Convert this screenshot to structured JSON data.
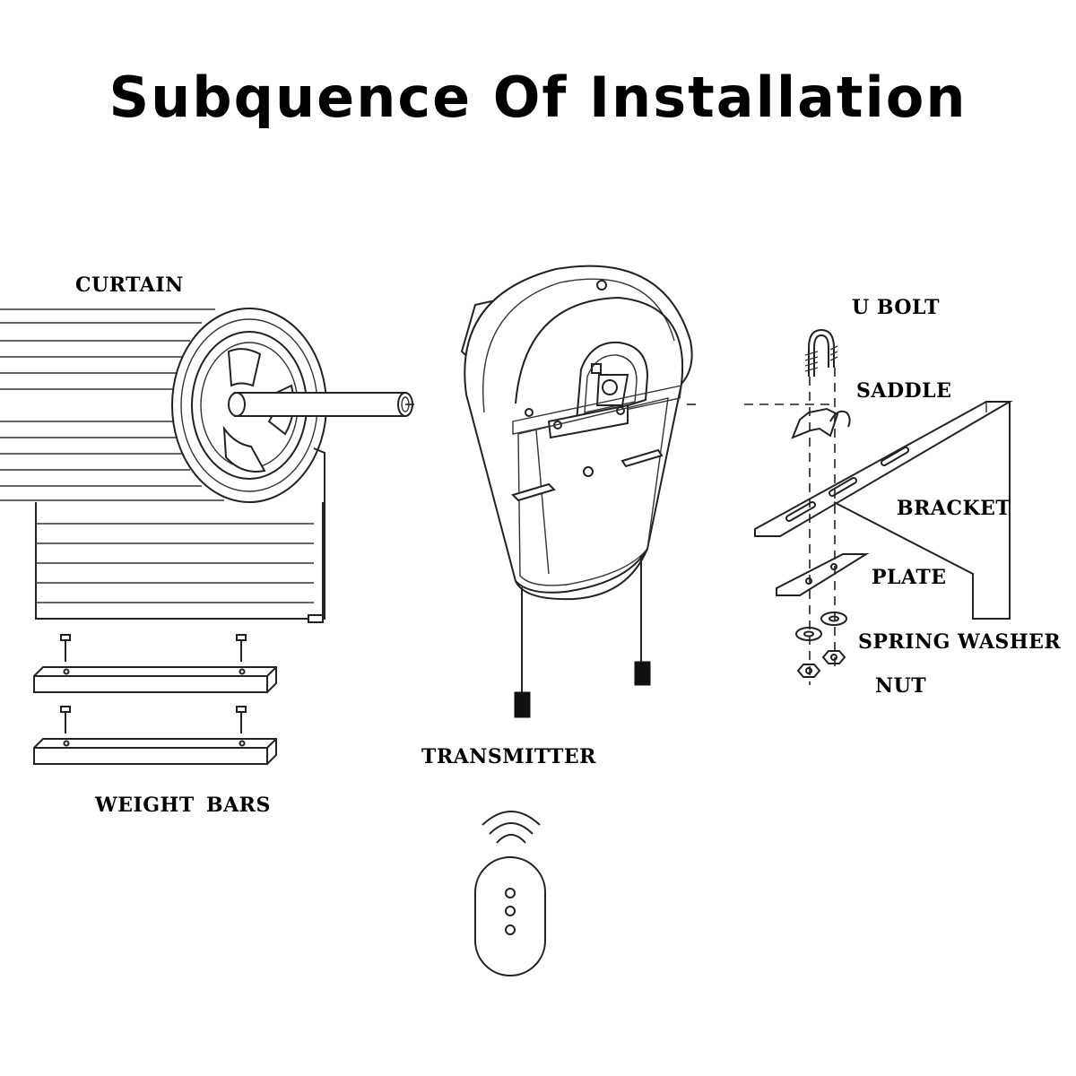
{
  "title": "Subquence Of Installation",
  "labels": {
    "curtain": "CURTAIN",
    "u_bolt": "U BOLT",
    "saddle": "SADDLE",
    "bracket": "BRACKET",
    "plate": "PLATE",
    "spring_washer": "SPRING WASHER",
    "nut": "NUT",
    "transmitter": "TRANSMITTER",
    "weight": "WEIGHT",
    "bars": "BARS"
  },
  "icons": {
    "wifi": "wifi-signal-icon",
    "remote": "remote-control-icon"
  }
}
